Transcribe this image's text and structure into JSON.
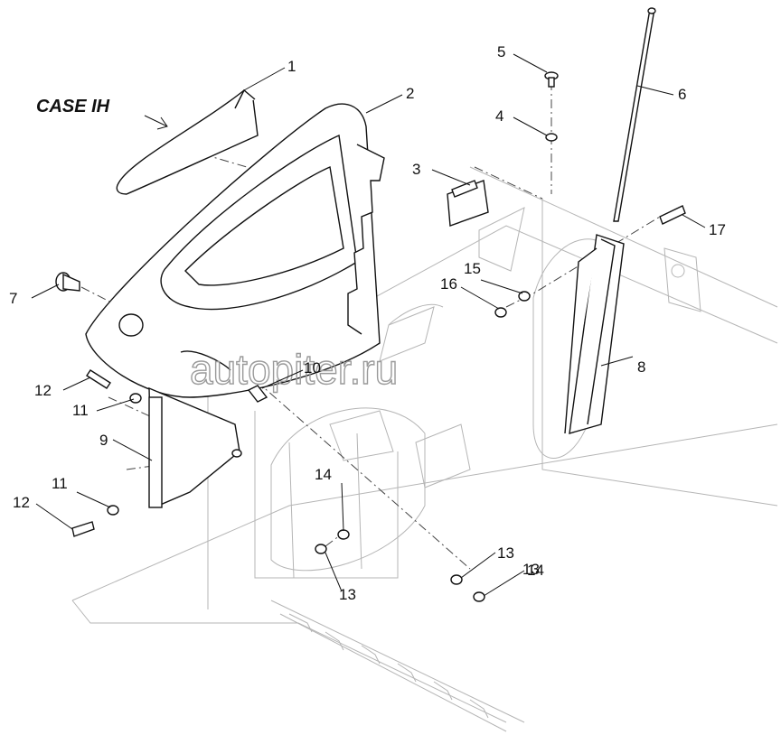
{
  "brand": {
    "logo_text": "CASE IH"
  },
  "watermark": {
    "text": "autopiter.ru"
  },
  "callouts": [
    "1",
    "2",
    "3",
    "4",
    "5",
    "6",
    "7",
    "8",
    "9",
    "10",
    "11",
    "11",
    "12",
    "12",
    "13",
    "13",
    "13",
    "14",
    "14",
    "15",
    "16",
    "17"
  ],
  "colors": {
    "line": "#111111",
    "ghost": "#b5b5b5",
    "background": "#ffffff"
  }
}
